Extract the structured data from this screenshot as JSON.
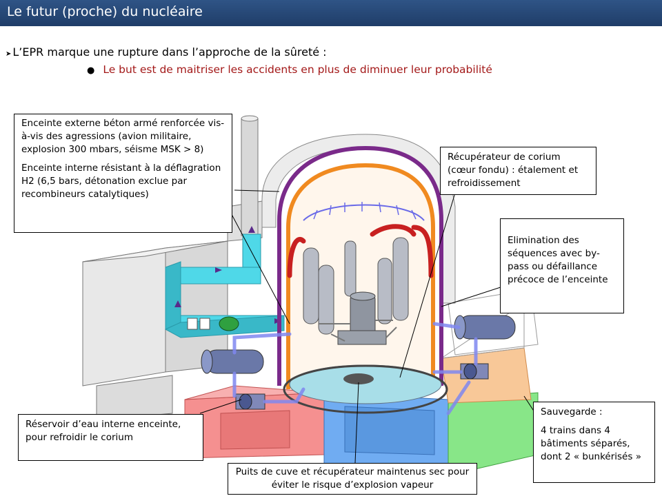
{
  "slide": {
    "title": "Le futur (proche) du nucléaire",
    "bullet1": "L’EPR marque une rupture dans l’approche de la sûreté :",
    "bullet2": "Le but est de maitriser les accidents en plus de diminuer leur probabilité"
  },
  "callouts": {
    "enceinte_externe": "Enceinte externe béton armé renforcée vis-à-vis des agressions (avion militaire, explosion  300 mbars, séisme MSK > 8)",
    "enceinte_interne": "Enceinte interne résistant à la déflagration H2 (6,5 bars, détonation exclue par recombineurs catalytiques)",
    "recuperateur": "Récupérateur de corium (cœur fondu) : étalement et refroidissement",
    "elimination": "Elimination des séquences avec by-pass ou défaillance précoce de l’enceinte",
    "reservoir": "Réservoir d’eau interne enceinte, pour refroidir le corium",
    "sauvegarde_title": "Sauvegarde :",
    "sauvegarde_body": "4 trains dans 4 bâtiments séparés, dont 2 « bunkérisés »",
    "puits": "Puits de cuve et récupérateur maintenus sec pour éviter le risque d’explosion vapeur"
  },
  "colors": {
    "title_bar": "#234677",
    "highlight_text": "#a31818",
    "duct": "#4fd8e8",
    "dome_outer": "#7a2a8a",
    "dome_inner": "#f08a20",
    "pipe_red": "#c82020",
    "spray": "#6a6ae8",
    "building_red": "#f08080",
    "building_blue": "#6aa8f0",
    "building_green": "#80e080",
    "building_orange": "#f8c090"
  }
}
